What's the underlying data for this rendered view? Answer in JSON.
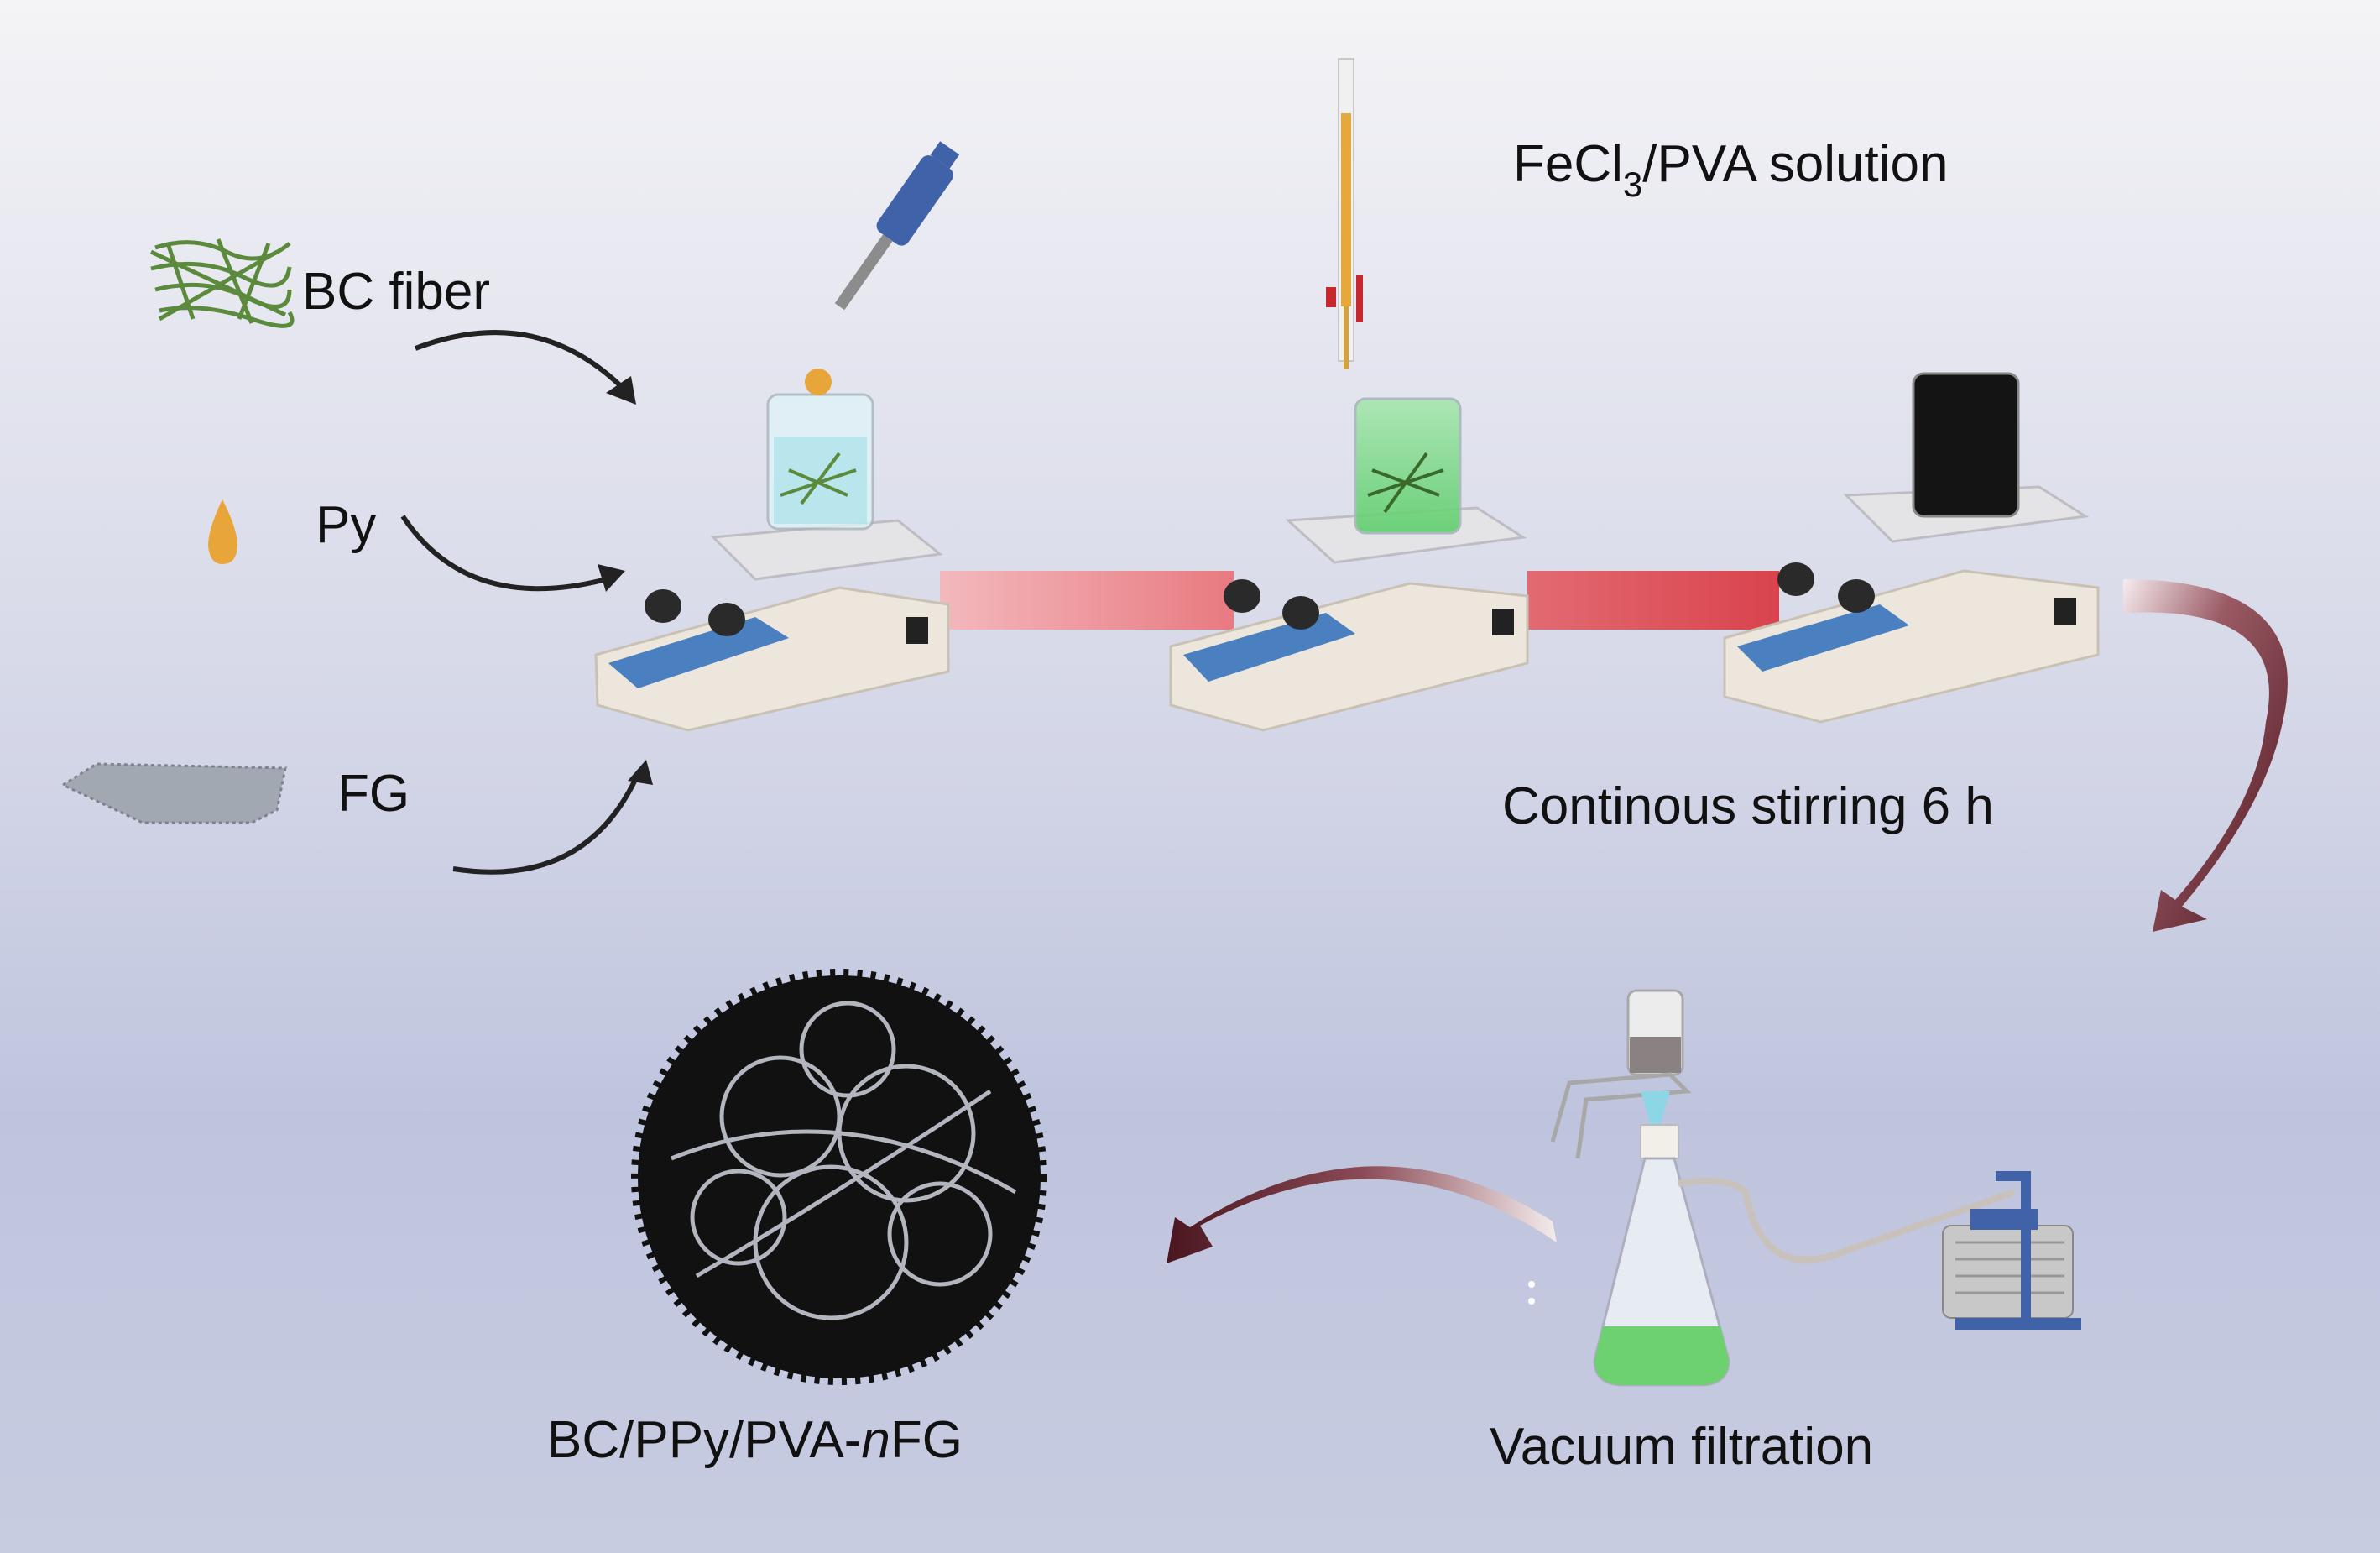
{
  "labels": {
    "bc_fiber": "BC fiber",
    "py": "Py",
    "fg": "FG",
    "fecl3_prefix": "FeCl",
    "fecl3_sub": "3",
    "fecl3_suffix": "/PVA solution",
    "stirring": "Continous stirring 6 h",
    "product_prefix": "BC/PPy/PVA-",
    "product_italic": "n",
    "product_suffix": "FG",
    "filtration": "Vacuum filtration"
  },
  "colors": {
    "hotplate_panel": "#4a7fc0",
    "hotplate_body": "#ece6dc",
    "flow_band": "#e0505a",
    "return_arrow": "#5a1e28",
    "droplet": "#e8a53a",
    "fiber_green": "#5c8a3c",
    "solution_green": "#7fd98a",
    "solution_black": "#141414"
  }
}
